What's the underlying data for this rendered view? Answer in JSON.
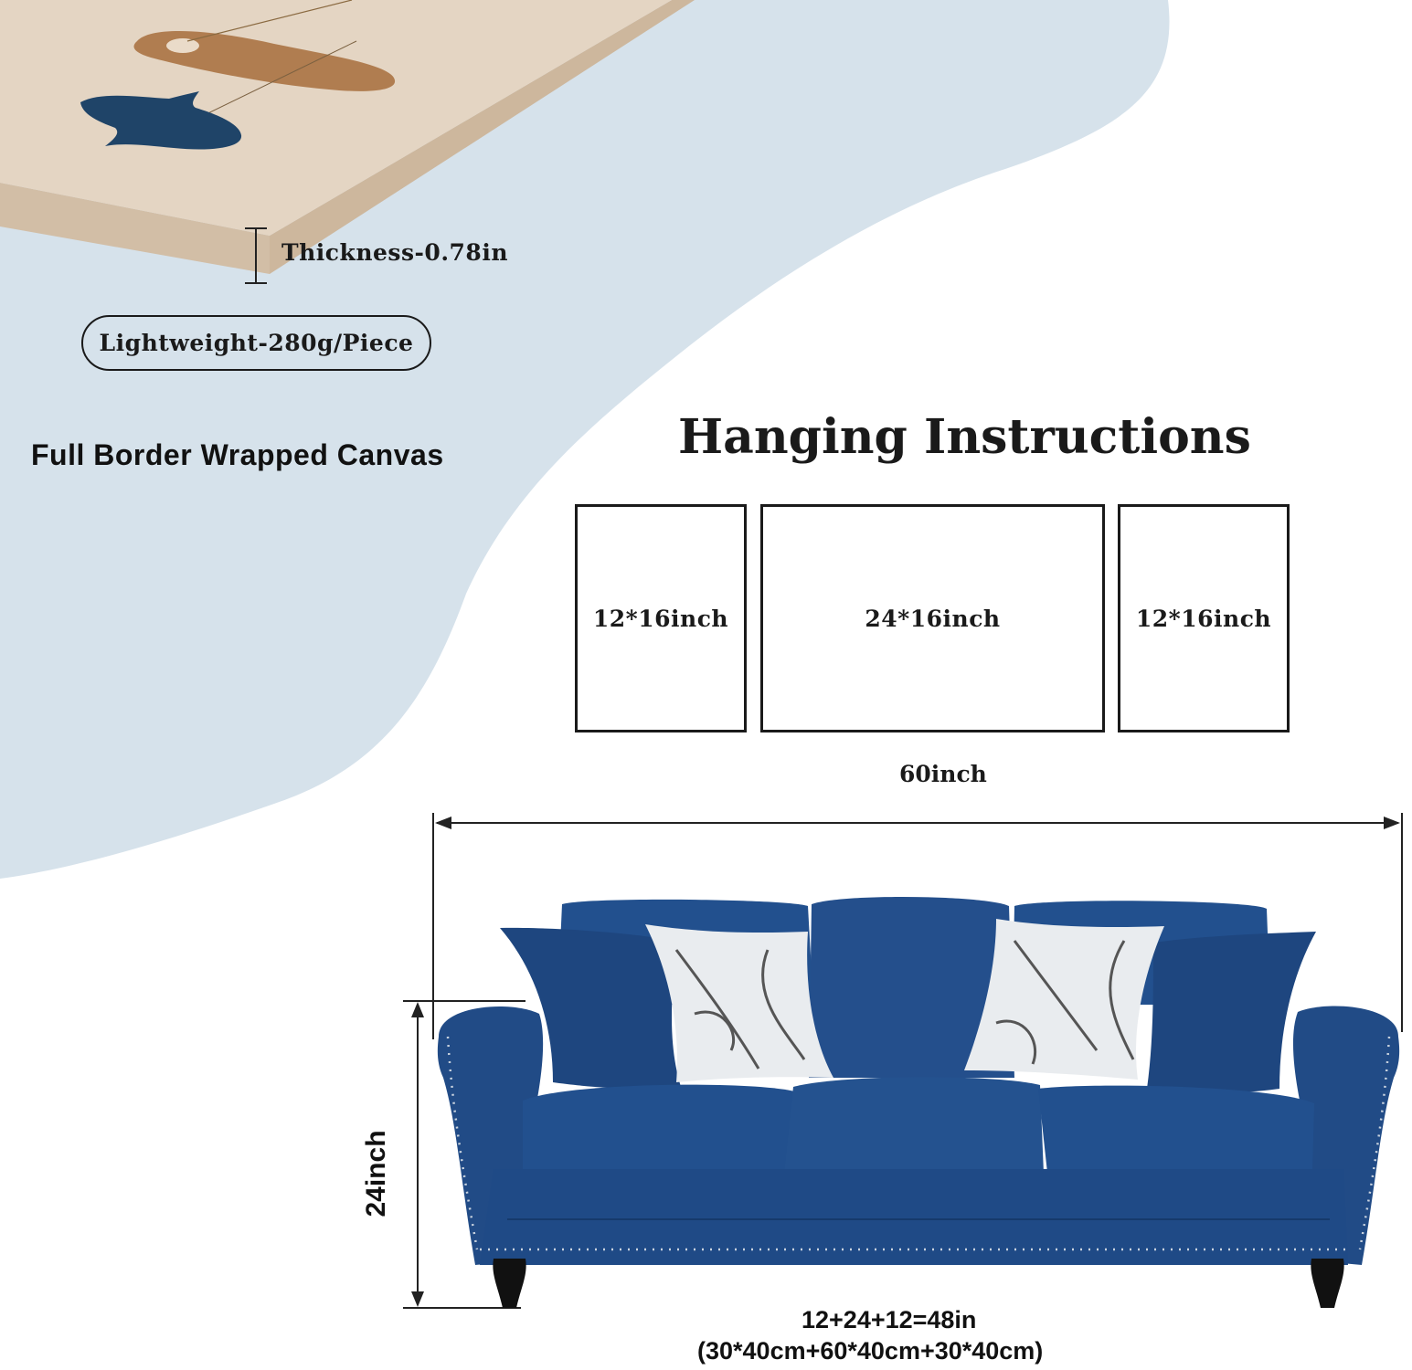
{
  "canvas": {
    "thickness_label": "Thickness-0.78in",
    "weight_label": "Lightweight-280g/Piece",
    "border_label": "Full Border Wrapped Canvas"
  },
  "hanging": {
    "title": "Hanging Instructions",
    "frames": [
      {
        "size": "12*16inch"
      },
      {
        "size": "24*16inch"
      },
      {
        "size": "12*16inch"
      }
    ],
    "total_width": "60inch"
  },
  "sofa": {
    "height_label": "24inch",
    "sum_label": "12+24+12=48in",
    "sum_metric_label": "(30*40cm+60*40cm+30*40cm)"
  },
  "colors": {
    "background_blob": "#d6e2eb",
    "canvas_face": "#e3d4c2",
    "canvas_edge": "#d5c2ab",
    "navy_fish": "#1f4468",
    "sofa_blue": "#1f4a86",
    "wood": "#b48257"
  }
}
